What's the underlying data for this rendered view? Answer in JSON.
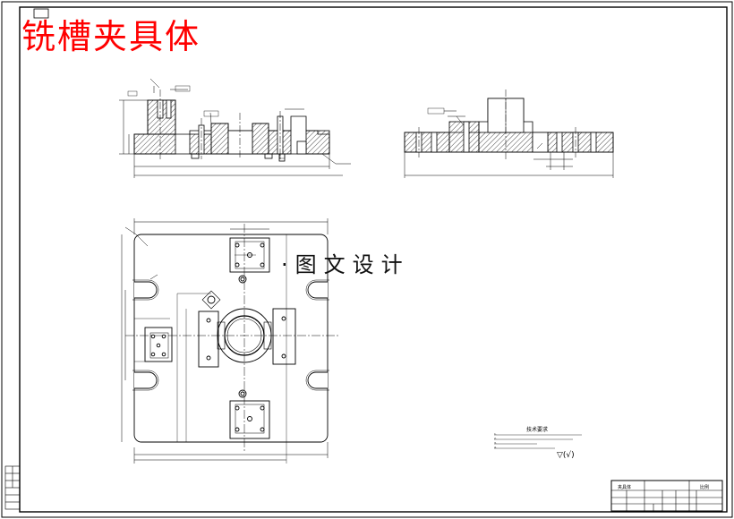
{
  "drawing": {
    "title": "铣槽夹具体",
    "watermark": "·图文设计",
    "technical_requirements": {
      "title": "技术要求",
      "items": [
        "1.",
        "2.",
        "3.",
        "4."
      ]
    },
    "roughness_symbol": "▽(√)",
    "title_block": {
      "part_name": "夹具体",
      "scale_label": "比例"
    }
  },
  "colors": {
    "title": "#ff0000",
    "line": "#000000",
    "hatch": "#000000"
  }
}
